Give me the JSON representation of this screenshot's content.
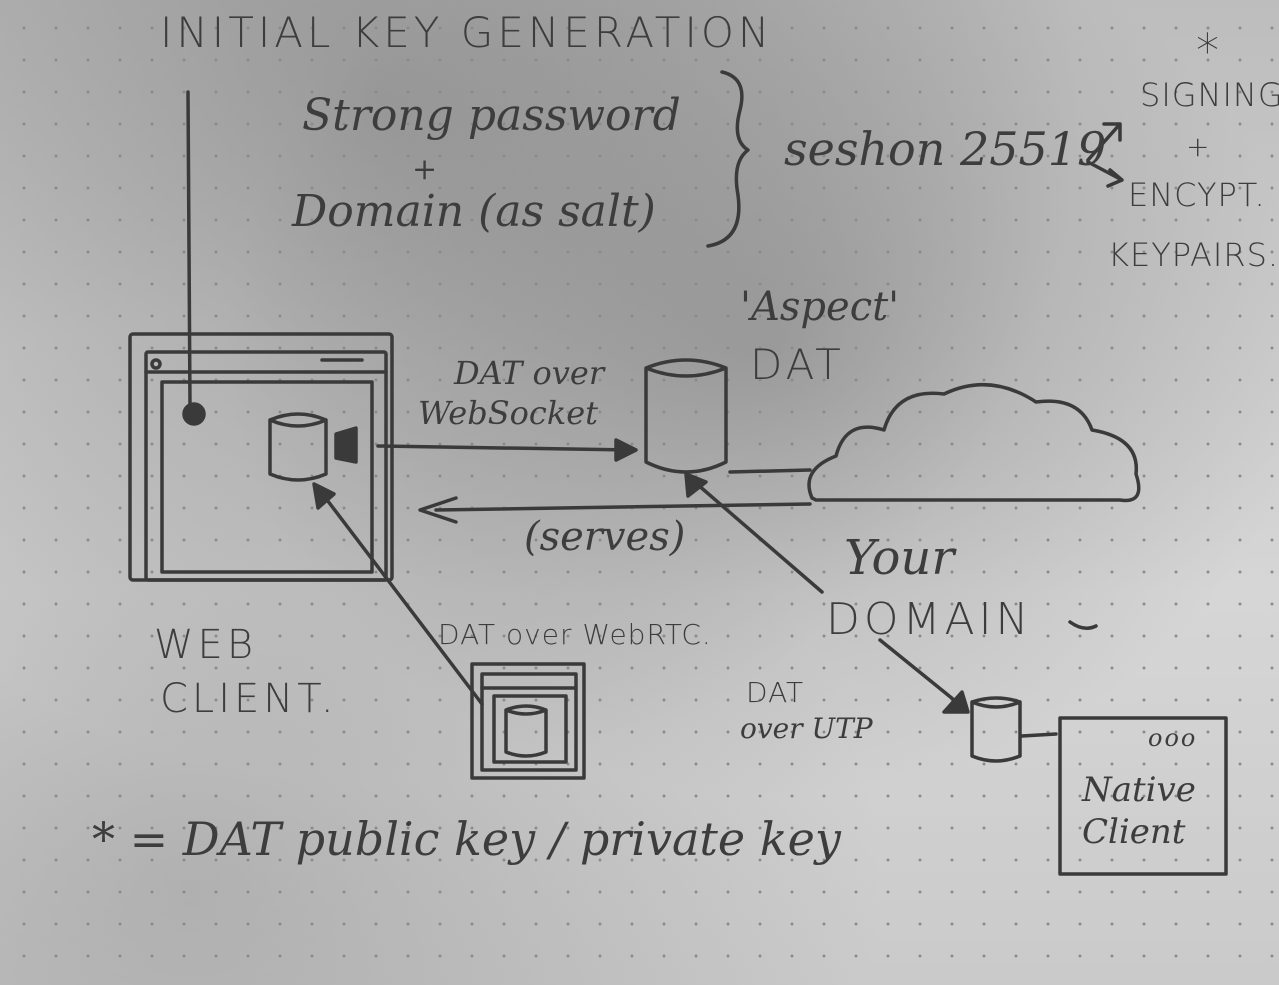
{
  "heading": "INITIAL KEY GENERATION",
  "inputs": {
    "password": "Strong password",
    "plus": "+",
    "domain_salt": "Domain (as salt)"
  },
  "sesh": "seshon 25519",
  "keypairs": {
    "star": "*",
    "line1": "SIGNING",
    "plus": "+",
    "line2": "ENCYPT.",
    "line3": "KEYPAIRS."
  },
  "aspect_dat": {
    "line1": "'Aspect'",
    "line2": "DAT"
  },
  "ws_label": {
    "line1": "DAT over",
    "line2": "WebSocket"
  },
  "serves": "(serves)",
  "your_domain": {
    "line1": "Your",
    "line2": "DOMAIN"
  },
  "web_client": {
    "line1": "WEB",
    "line2": "CLIENT."
  },
  "webrtc": "DAT over WebRTC.",
  "utp": {
    "line1": "DAT",
    "line2": "over UTP"
  },
  "native_client": {
    "dots": "ooo",
    "line1": "Native",
    "line2": "Client"
  },
  "footnote": "* = DAT public key / private key"
}
